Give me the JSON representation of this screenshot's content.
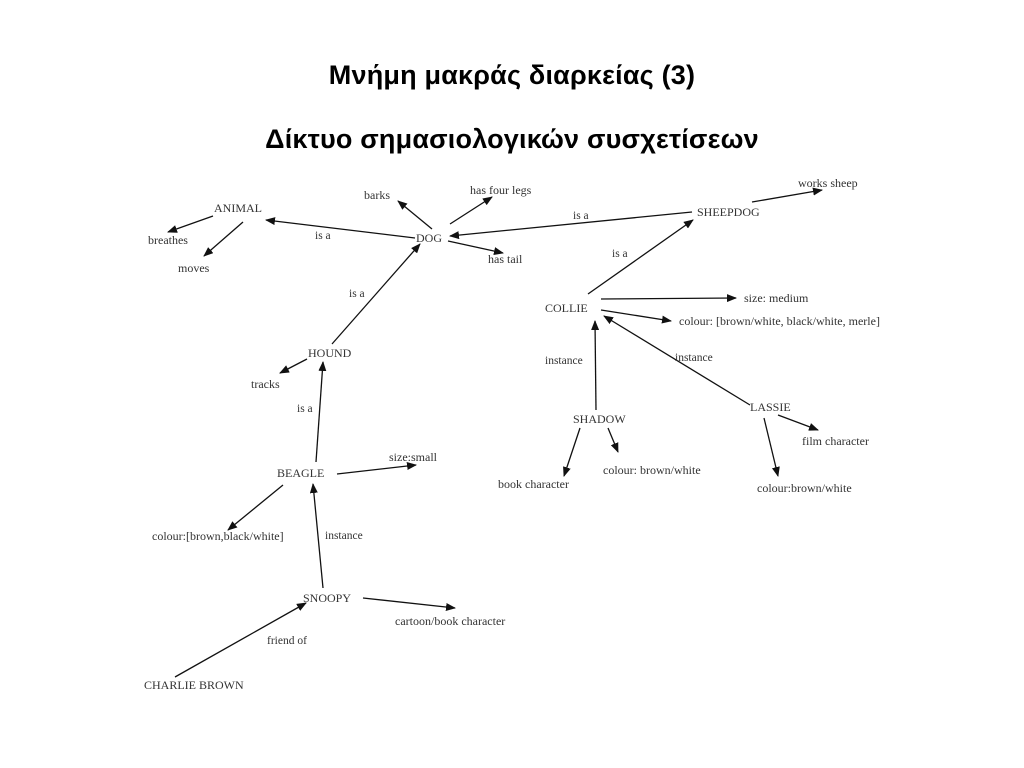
{
  "slide": {
    "title_line1": "Μνήμη μακράς διαρκείας (3)",
    "title_line2": "Δίκτυο σημασιολογικών συσχετίσεων"
  },
  "network": {
    "nodes": {
      "animal": "ANIMAL",
      "breathes": "breathes",
      "moves": "moves",
      "dog": "DOG",
      "barks": "barks",
      "four_legs": "has four legs",
      "tail": "has tail",
      "sheepdog": "SHEEPDOG",
      "works_sheep": "works sheep",
      "collie": "COLLIE",
      "size_medium": "size: medium",
      "colour_collie": "colour: [brown/white, black/white, merle]",
      "hound": "HOUND",
      "tracks": "tracks",
      "beagle": "BEAGLE",
      "size_small": "size:small",
      "colour_beagle": "colour:[brown,black/white]",
      "snoopy": "SNOOPY",
      "cartoon": "cartoon/book character",
      "charlie": "CHARLIE BROWN",
      "shadow": "SHADOW",
      "book_char": "book character",
      "colour_shadow": "colour: brown/white",
      "lassie": "LASSIE",
      "film_char": "film character",
      "colour_lassie": "colour:brown/white"
    },
    "edge_labels": {
      "dog_animal": "is a",
      "dog_sheepdog": "is a",
      "collie_sheepdog": "is a",
      "hound_dog": "is a",
      "beagle_hound": "is a",
      "snoopy_beagle": "instance",
      "shadow_collie": "instance",
      "lassie_collie": "instance",
      "charlie_snoopy": "friend of"
    }
  }
}
